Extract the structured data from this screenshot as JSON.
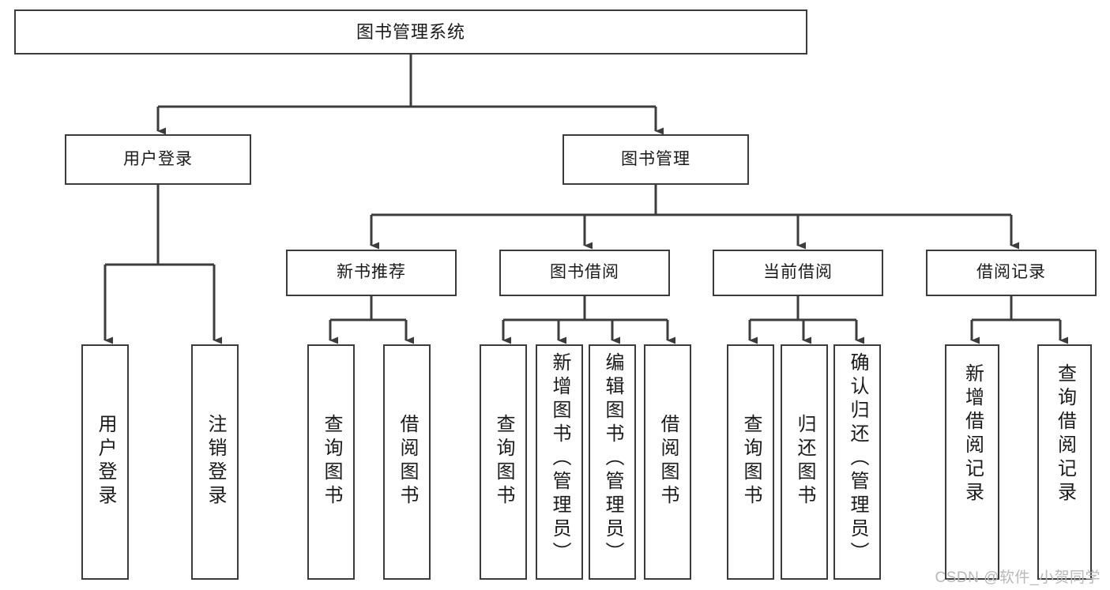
{
  "diagram": {
    "type": "tree",
    "title": "图书管理系统",
    "orientation": "top-down",
    "line_color": "#3c3c3c",
    "box_fill": "#ffffff",
    "text_color": "#1a1a1a",
    "root": {
      "label": "图书管理系统",
      "level": 0
    },
    "level1": [
      {
        "label": "用户登录"
      },
      {
        "label": "图书管理"
      }
    ],
    "level2": [
      {
        "label": "新书推荐"
      },
      {
        "label": "图书借阅"
      },
      {
        "label": "当前借阅"
      },
      {
        "label": "借阅记录"
      }
    ],
    "leaves": {
      "user_login": [
        {
          "label": "用户登录"
        },
        {
          "label": "注销登录"
        }
      ],
      "new_book_recommend": [
        {
          "label": "查询图书"
        },
        {
          "label": "借阅图书"
        }
      ],
      "book_borrow": [
        {
          "label": "查询图书"
        },
        {
          "label": "新增图书（管理员）"
        },
        {
          "label": "编辑图书（管理员）"
        },
        {
          "label": "借阅图书"
        }
      ],
      "current_borrow": [
        {
          "label": "查询图书"
        },
        {
          "label": "归还图书"
        },
        {
          "label": "确认归还（管理员）"
        }
      ],
      "borrow_record": [
        {
          "label": "新增借阅记录"
        },
        {
          "label": "查询借阅记录"
        }
      ]
    }
  },
  "watermark": {
    "text": "CSDN @软件_小贺同学"
  }
}
